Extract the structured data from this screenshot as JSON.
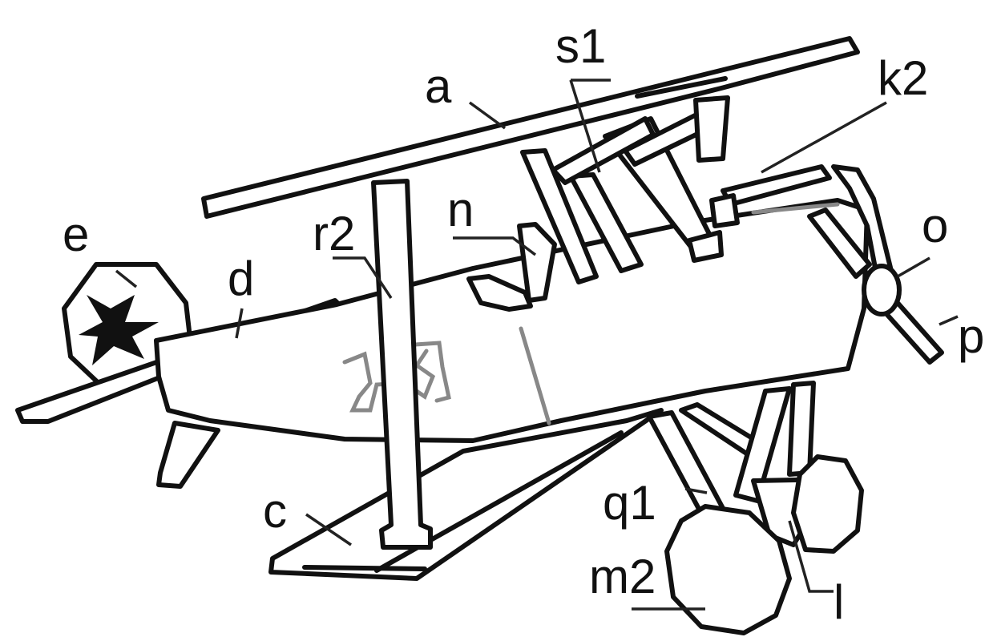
{
  "diagram": {
    "labels": {
      "a": "a",
      "s1": "s1",
      "k2": "k2",
      "n": "n",
      "e": "e",
      "r2": "r2",
      "d": "d",
      "o": "o",
      "p": "p",
      "c": "c",
      "q1": "q1",
      "m2": "m2",
      "l": "l"
    },
    "icons": {
      "insignia": "iron-cross-icon"
    },
    "colors": {
      "ink": "#111111",
      "grey_line": "#888888",
      "background": "#ffffff"
    }
  }
}
